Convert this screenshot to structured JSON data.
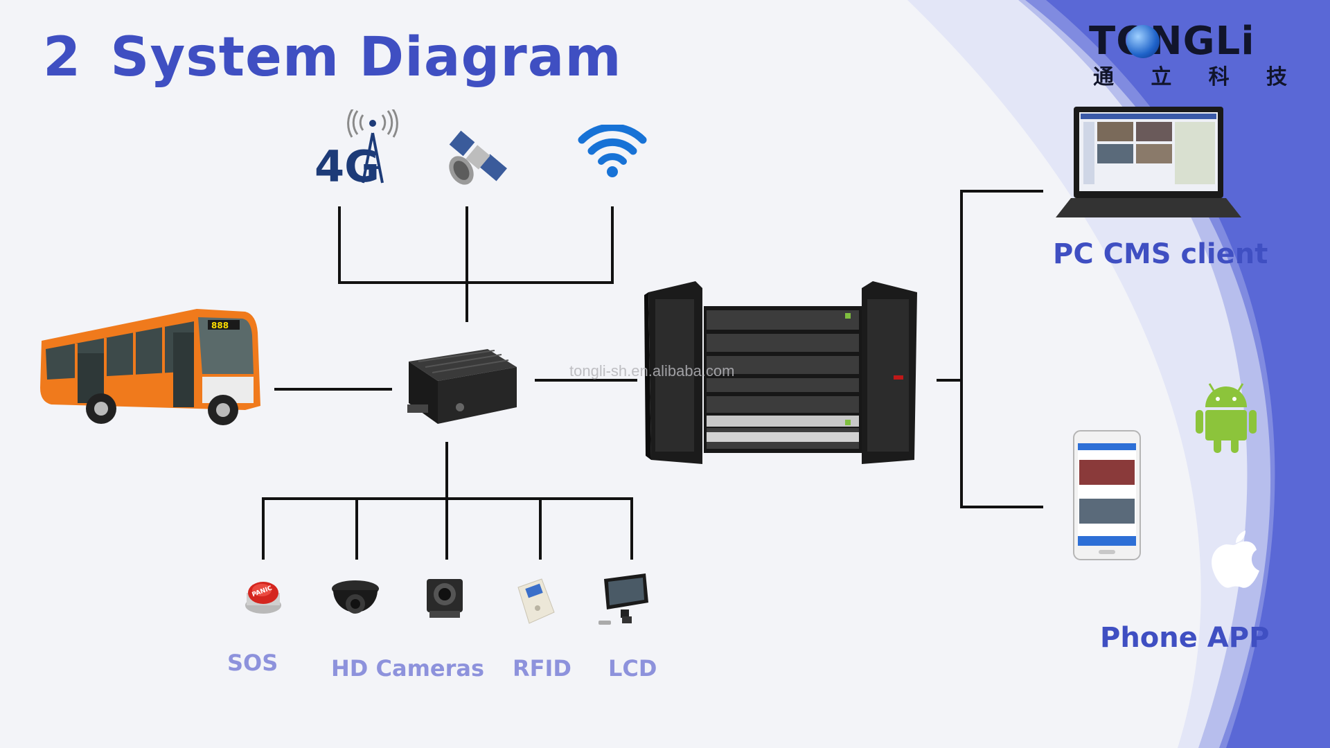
{
  "title": {
    "number": "2",
    "text": "System Diagram"
  },
  "logo": {
    "wordmark": "TONGLi",
    "chinese": [
      "通",
      "立",
      "科",
      "技"
    ]
  },
  "watermark": "tongli-sh.en.alibaba.com",
  "network": {
    "four_g_label": "4G",
    "icons": [
      "4g-tower-icon",
      "satellite-icon",
      "wifi-icon"
    ]
  },
  "peripherals": {
    "labels": {
      "sos": "SOS",
      "cameras": "HD Cameras",
      "rfid": "RFID",
      "lcd": "LCD"
    },
    "panic_text": "PANIC",
    "icons": [
      "panic-button-icon",
      "dome-camera-icon",
      "mini-camera-icon",
      "rfid-reader-icon",
      "lcd-monitor-icon"
    ]
  },
  "bus": {
    "display": "888"
  },
  "clients": {
    "pc_label": "PC CMS client",
    "phone_label": "Phone APP",
    "icons": [
      "laptop-icon",
      "phone-icon",
      "android-icon",
      "apple-icon"
    ]
  },
  "colors": {
    "title": "#3f4fc2",
    "label_dark": "#3f4fc2",
    "label_light": "#8d92dc",
    "swoosh_outer": "#e3e6f7",
    "swoosh_inner": "#5a68d6",
    "connector": "#111111",
    "bus_orange": "#f07a1c"
  }
}
